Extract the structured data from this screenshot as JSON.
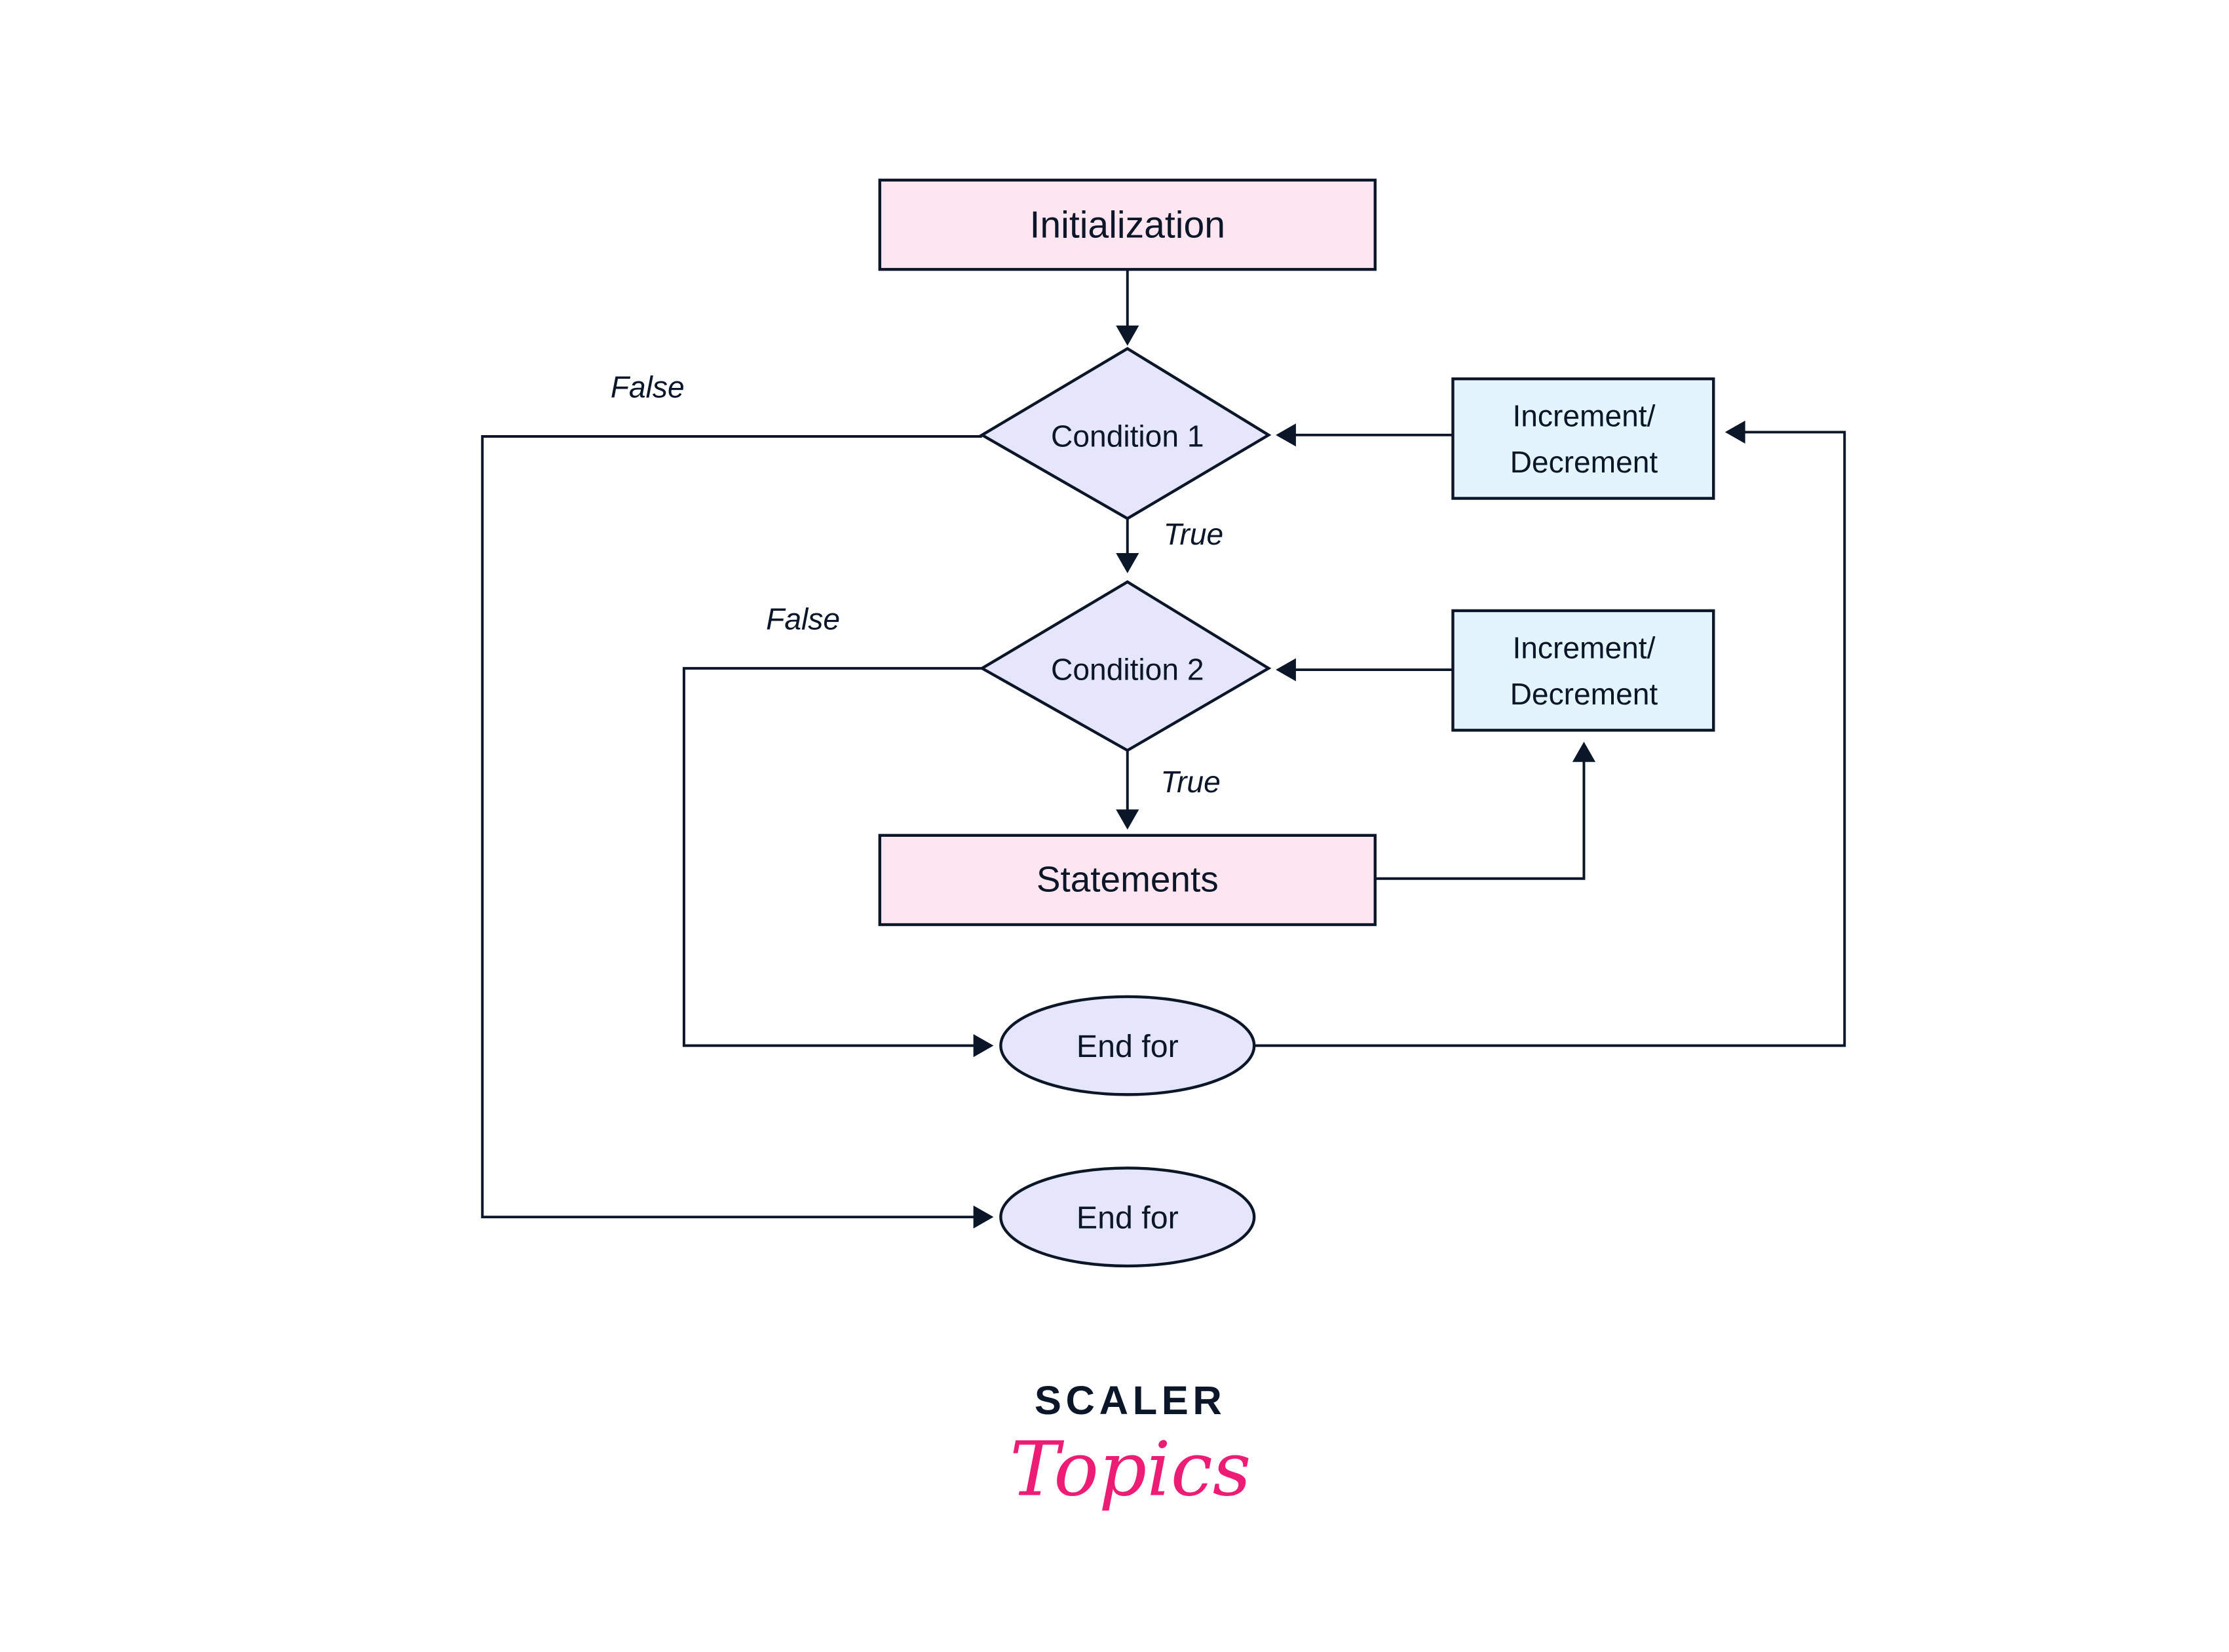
{
  "nodes": {
    "init": "Initialization",
    "cond1": "Condition 1",
    "cond2": "Condition 2",
    "inc1_l1": "Increment/",
    "inc1_l2": "Decrement",
    "inc2_l1": "Increment/",
    "inc2_l2": "Decrement",
    "statements": "Statements",
    "end_inner": "End for",
    "end_outer": "End for"
  },
  "labels": {
    "false1": "False",
    "true1": "True",
    "false2": "False",
    "true2": "True"
  },
  "logo": {
    "line1": "SCALER",
    "line2": "Topics"
  },
  "colors": {
    "pink_fill": "#fde6f0",
    "lavender_fill": "#e6e6fa",
    "blue_fill": "#e4f4fd",
    "stroke": "#0b1628",
    "logo_pink": "#ed1c74"
  }
}
